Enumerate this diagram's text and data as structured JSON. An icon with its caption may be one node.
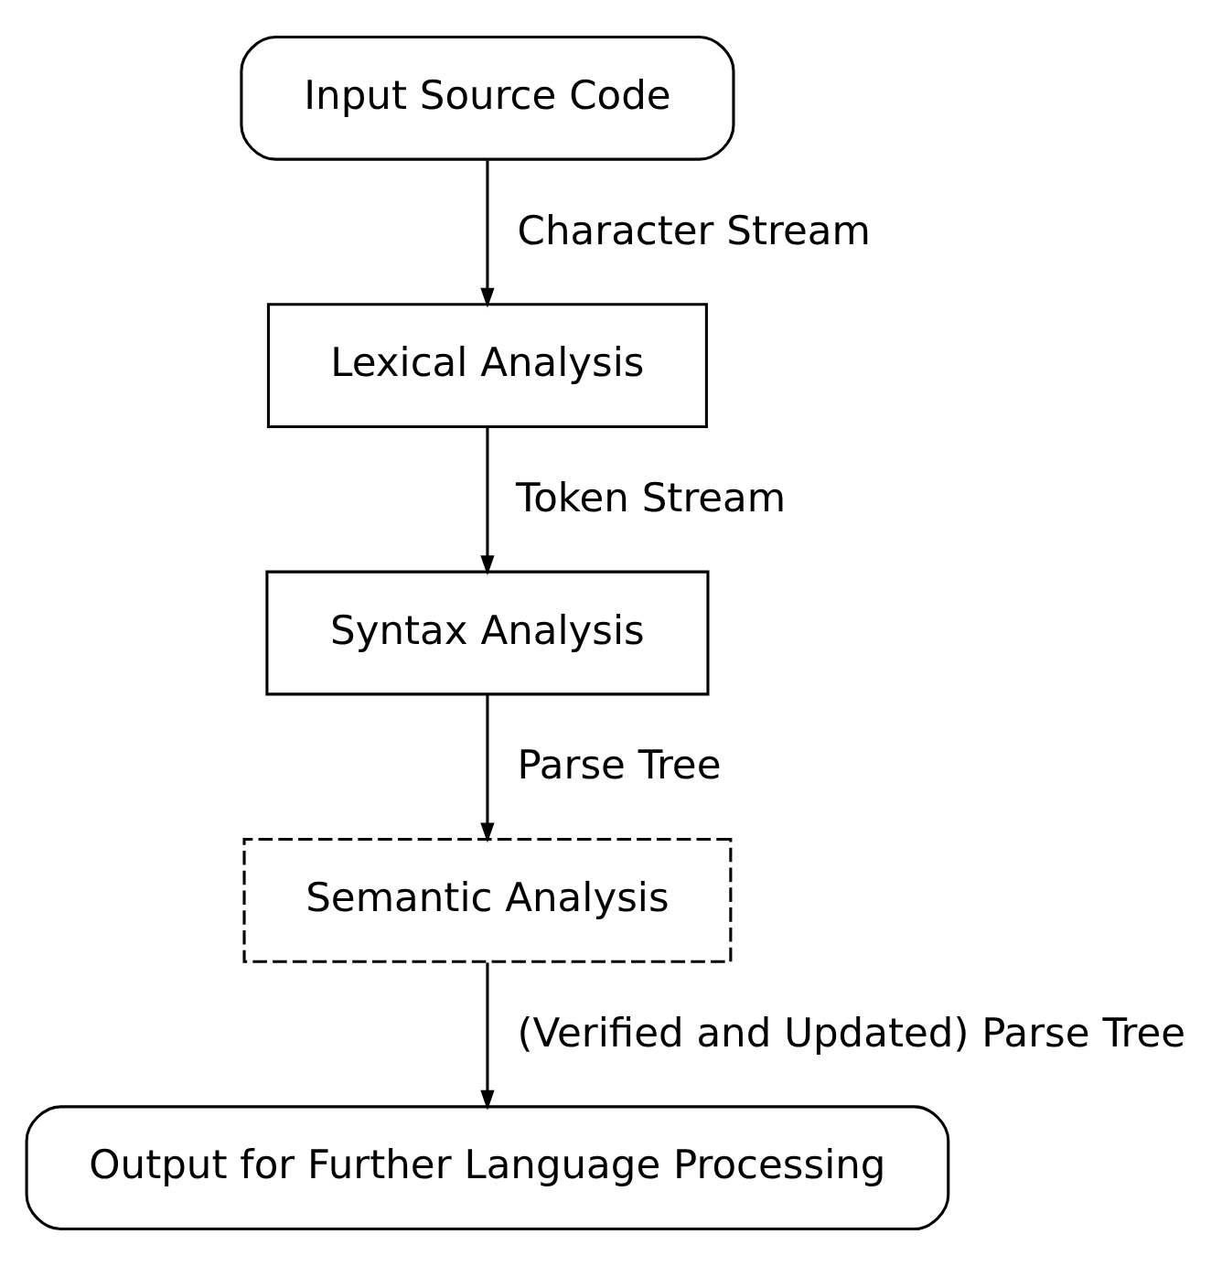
{
  "diagram": {
    "nodes": [
      {
        "text": [
          "Input Source Code"
        ]
      },
      {
        "text": [
          "Lexical Analysis"
        ]
      },
      {
        "text": [
          "Syntax Analysis"
        ]
      },
      {
        "text": [
          "Semantic Analysis"
        ]
      },
      {
        "text": [
          "Output for Further Language Processing"
        ]
      }
    ],
    "edges": [
      {
        "from": 0,
        "to": 1,
        "arrow": "to",
        "label": "Character Stream"
      },
      {
        "from": 1,
        "to": 2,
        "arrow": "to",
        "label": "Token Stream"
      },
      {
        "from": 2,
        "to": 3,
        "arrow": "to",
        "label": "Parse Tree"
      },
      {
        "from": 3,
        "to": 4,
        "arrow": "to",
        "label": "(Verified and Updated) Parse Tree"
      }
    ]
  }
}
